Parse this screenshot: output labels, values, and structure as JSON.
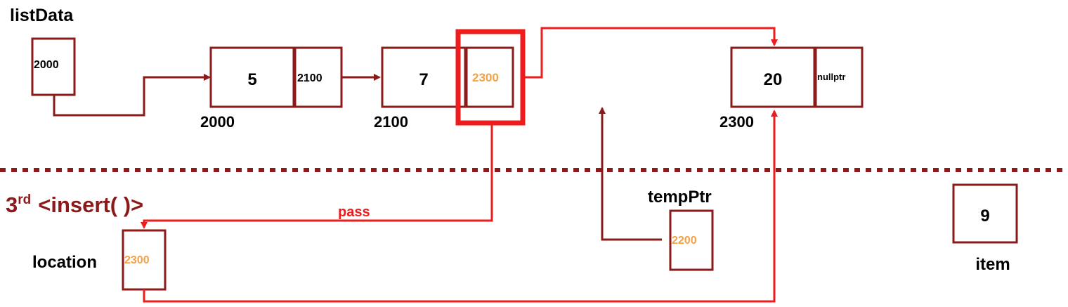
{
  "colors": {
    "dark_red": "#8b1a1a",
    "red": "#ee1c1c",
    "orange": "#f4a044",
    "black": "#000000"
  },
  "labels": {
    "list_data": "listData",
    "temp_ptr": "tempPtr",
    "location": "location",
    "item": "item",
    "pass": "pass",
    "section_title_num": "3",
    "section_title_sup": "rd",
    "section_title_rest": "<insert( )>"
  },
  "list_data_value": "2000",
  "nodes": [
    {
      "info": "5",
      "next": "2100",
      "address": "2000"
    },
    {
      "info": "7",
      "next": "2300",
      "address": "2100"
    },
    {
      "info": "20",
      "next": "nullptr",
      "address": "2300"
    }
  ],
  "temp_ptr_value": "2200",
  "location_value": "2300",
  "item_value": "9"
}
